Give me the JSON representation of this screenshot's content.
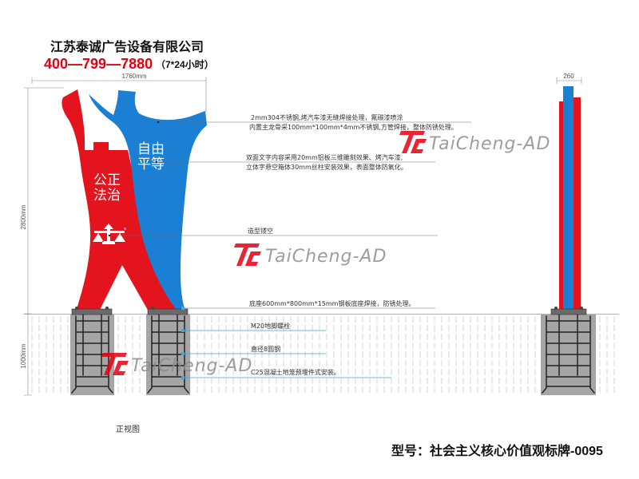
{
  "header": {
    "company_name": "江苏泰诚广告设备有限公司",
    "phone": "400—799—7880",
    "service_hours": "（7*24小时）"
  },
  "dimensions": {
    "overall_width": "1760mm",
    "side_width": "260",
    "height_above_ground": "2800mm",
    "foundation_depth": "1000mm"
  },
  "sign_faces": {
    "blue_line_1": "自由",
    "blue_line_2": "平等",
    "red_line_1": "公正",
    "red_line_2": "法治"
  },
  "annotations": {
    "shell_line_1": "2mm304不锈钢,烤汽车漆无缝焊接处理，氟碳漆喷涂",
    "shell_line_2": "内置主龙骨采100mm*100mm*4mm不锈钢,方管焊接，整体防锈处理。",
    "lettering_line_1": "双面文字内容采用20mm铝板三维雕刻效果、烤汽车漆,",
    "lettering_line_2": "立体字悬空箱体30mm丝柱安装效果，表面整体防氧化。",
    "hollow_cutout": "造型镂空",
    "base_plate": "底座600mm*800mm*15mm钢板底座焊接，防锈处理。",
    "anchor_bolt": "M20地脚螺栓",
    "rebar": "直径8圆钢",
    "foundation": "C25混凝土地笼预埋件式安装。"
  },
  "view_label": "正视图",
  "model_label": "型号：社会主义核心价值观标牌-0095",
  "watermark": {
    "text": "TaiCheng-AD",
    "logo_icon": "tc-logo-icon"
  },
  "colors": {
    "sign_red": "#e3141e",
    "sign_blue": "#1b80d3",
    "phone_red": "#e60012",
    "logo_red": "#e60012",
    "leader_blue": "#3ba8e0",
    "concrete_gray": "#a5a5a5",
    "base_plate_gray": "#6a6a6a"
  }
}
